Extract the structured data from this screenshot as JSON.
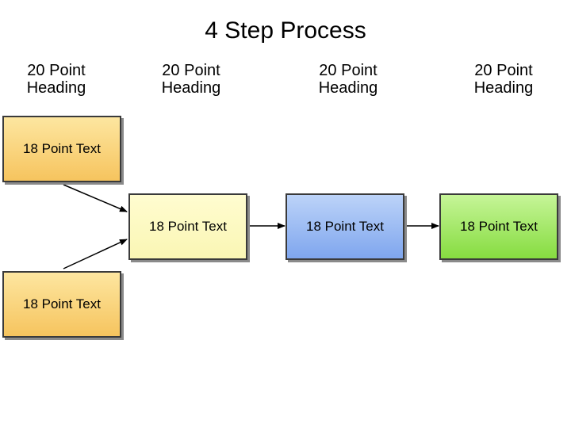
{
  "title": "4 Step Process",
  "headings": [
    "20 Point\nHeading",
    "20 Point\nHeading",
    "20 Point\nHeading",
    "20 Point\nHeading"
  ],
  "boxes": {
    "input_top": "18 Point Text",
    "input_bottom": "18 Point Text",
    "step2": "18 Point Text",
    "step3": "18 Point Text",
    "step4": "18 Point Text"
  },
  "colors": {
    "orange": "#f6c45e",
    "yellow": "#faf6b4",
    "blue": "#7fa6ee",
    "green": "#86dc40",
    "border": "#3a3a3a"
  }
}
